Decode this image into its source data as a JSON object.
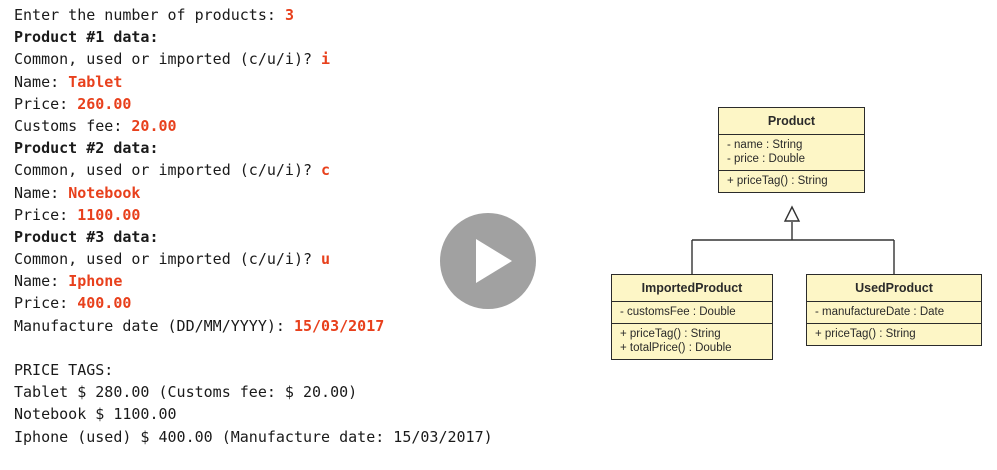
{
  "console": {
    "lines": [
      {
        "parts": [
          {
            "t": "Enter the number of products: ",
            "k": "n"
          },
          {
            "t": "3",
            "k": "in"
          }
        ]
      },
      {
        "parts": [
          {
            "t": "Product #1 data:",
            "k": "b"
          }
        ]
      },
      {
        "parts": [
          {
            "t": "Common, used or imported (c/u/i)? ",
            "k": "n"
          },
          {
            "t": "i",
            "k": "in"
          }
        ]
      },
      {
        "parts": [
          {
            "t": "Name: ",
            "k": "n"
          },
          {
            "t": "Tablet",
            "k": "in"
          }
        ]
      },
      {
        "parts": [
          {
            "t": "Price: ",
            "k": "n"
          },
          {
            "t": "260.00",
            "k": "in"
          }
        ]
      },
      {
        "parts": [
          {
            "t": "Customs fee: ",
            "k": "n"
          },
          {
            "t": "20.00",
            "k": "in"
          }
        ]
      },
      {
        "parts": [
          {
            "t": "Product #2 data:",
            "k": "b"
          }
        ]
      },
      {
        "parts": [
          {
            "t": "Common, used or imported (c/u/i)? ",
            "k": "n"
          },
          {
            "t": "c",
            "k": "in"
          }
        ]
      },
      {
        "parts": [
          {
            "t": "Name: ",
            "k": "n"
          },
          {
            "t": "Notebook",
            "k": "in"
          }
        ]
      },
      {
        "parts": [
          {
            "t": "Price: ",
            "k": "n"
          },
          {
            "t": "1100.00",
            "k": "in"
          }
        ]
      },
      {
        "parts": [
          {
            "t": "Product #3 data:",
            "k": "b"
          }
        ]
      },
      {
        "parts": [
          {
            "t": "Common, used or imported (c/u/i)? ",
            "k": "n"
          },
          {
            "t": "u",
            "k": "in"
          }
        ]
      },
      {
        "parts": [
          {
            "t": "Name: ",
            "k": "n"
          },
          {
            "t": "Iphone",
            "k": "in"
          }
        ]
      },
      {
        "parts": [
          {
            "t": "Price: ",
            "k": "n"
          },
          {
            "t": "400.00",
            "k": "in"
          }
        ]
      },
      {
        "parts": [
          {
            "t": "Manufacture date (DD/MM/YYYY): ",
            "k": "n"
          },
          {
            "t": "15/03/2017",
            "k": "in"
          }
        ]
      },
      {
        "parts": []
      },
      {
        "parts": [
          {
            "t": "PRICE TAGS:",
            "k": "n"
          }
        ]
      },
      {
        "parts": [
          {
            "t": "Tablet $ 280.00 (Customs fee: $ 20.00)",
            "k": "n"
          }
        ]
      },
      {
        "parts": [
          {
            "t": "Notebook $ 1100.00",
            "k": "n"
          }
        ]
      },
      {
        "parts": [
          {
            "t": "Iphone (used) $ 400.00 (Manufacture date: 15/03/2017)",
            "k": "n"
          }
        ]
      }
    ]
  },
  "uml": {
    "product": {
      "name": "Product",
      "attributes": [
        "- name : String",
        "- price : Double"
      ],
      "methods": [
        "+ priceTag() : String"
      ]
    },
    "imported": {
      "name": "ImportedProduct",
      "attributes": [
        "- customsFee : Double"
      ],
      "methods": [
        "+ priceTag() : String",
        "+ totalPrice() : Double"
      ]
    },
    "used": {
      "name": "UsedProduct",
      "attributes": [
        "- manufactureDate : Date"
      ],
      "methods": [
        "+ priceTag() : String"
      ]
    }
  },
  "colors": {
    "input_text": "#e8401c",
    "class_fill": "#fdf6c6",
    "play_button": "#9c9c9c"
  },
  "icons": {
    "play": "play-icon"
  }
}
